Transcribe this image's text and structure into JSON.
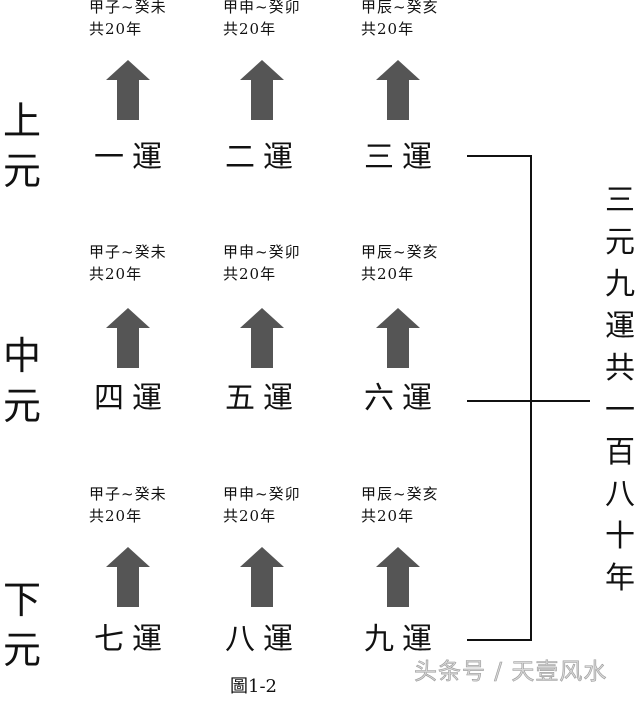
{
  "eras": [
    {
      "chars": [
        "上",
        "元"
      ],
      "cycles": [
        {
          "range": "甲子~癸未",
          "span": "共20年",
          "label": "一運"
        },
        {
          "range": "甲申~癸卯",
          "span": "共20年",
          "label": "二運"
        },
        {
          "range": "甲辰~癸亥",
          "span": "共20年",
          "label": "三運"
        }
      ]
    },
    {
      "chars": [
        "中",
        "元"
      ],
      "cycles": [
        {
          "range": "甲子~癸未",
          "span": "共20年",
          "label": "四運"
        },
        {
          "range": "甲申~癸卯",
          "span": "共20年",
          "label": "五運"
        },
        {
          "range": "甲辰~癸亥",
          "span": "共20年",
          "label": "六運"
        }
      ]
    },
    {
      "chars": [
        "下",
        "元"
      ],
      "cycles": [
        {
          "range": "甲子~癸未",
          "span": "共20年",
          "label": "七運"
        },
        {
          "range": "甲申~癸卯",
          "span": "共20年",
          "label": "八運"
        },
        {
          "range": "甲辰~癸亥",
          "span": "共20年",
          "label": "九運"
        }
      ]
    }
  ],
  "total": [
    "三",
    "元",
    "九",
    "運",
    "共",
    "一",
    "百",
    "八",
    "十",
    "年"
  ],
  "caption": "圖1-2",
  "watermark": "头条号 / 天壹风水",
  "colors": {
    "arrow": "#555555",
    "text": "#111111",
    "line": "#111111"
  },
  "icons": {
    "arrow": "up-arrow-icon"
  }
}
